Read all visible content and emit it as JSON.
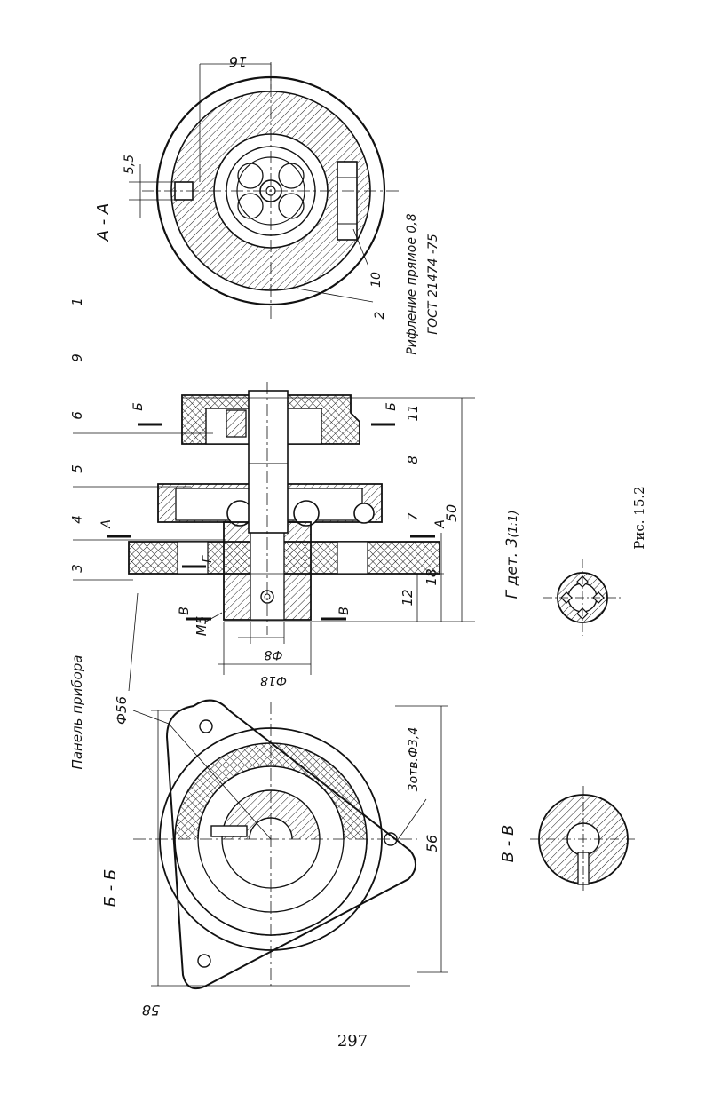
{
  "figure": {
    "caption": "Рис. 15.2",
    "page_number": "297"
  },
  "labels": {
    "section_aa": "А - А",
    "section_bb": "Б - Б",
    "section_vv": "В - В",
    "detail_g": "Г дет. 3",
    "detail_g_scale": "(1:1)",
    "panel": "Панель прибора",
    "knurl_line1": "Рифление прямое 0,8",
    "knurl_line2": "ГОСТ 21474 -75",
    "view_a": "А",
    "view_b": "Б",
    "view_v": "В",
    "view_g": "Г"
  },
  "dimensions": {
    "d16": "16",
    "d5_5": "5,5",
    "d50": "50",
    "d18": "18",
    "d12": "12",
    "m5": "М5",
    "phi8": "Ф8",
    "phi18": "Ф18",
    "phi56": "Ф56",
    "d56": "56",
    "d58": "58",
    "holes": "3отв.Ф3,4"
  },
  "part_numbers": [
    "1",
    "2",
    "3",
    "4",
    "5",
    "6",
    "7",
    "8",
    "9",
    "10",
    "11"
  ]
}
